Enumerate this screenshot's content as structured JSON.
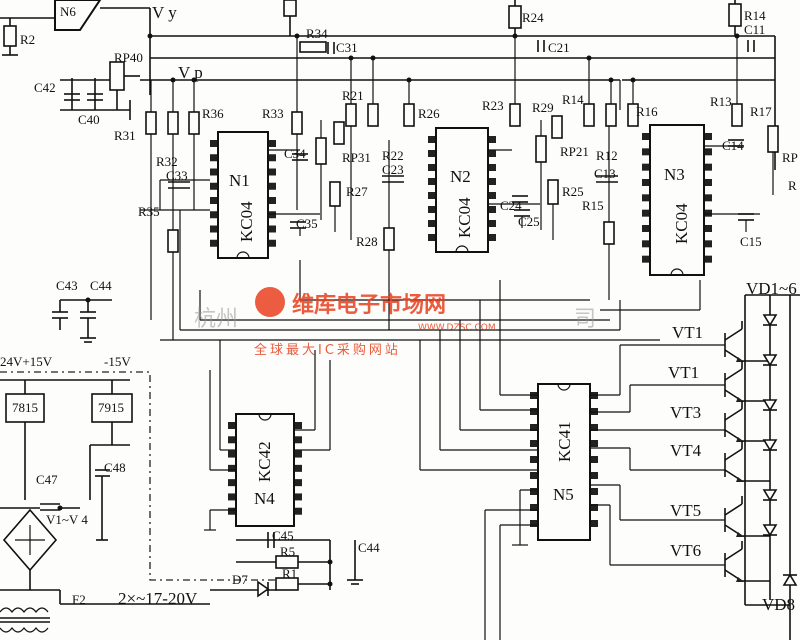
{
  "labels": {
    "vy": "V y",
    "vp": "V p",
    "n6": "N6",
    "r2": "R2",
    "r24": "R24",
    "r14": "R14",
    "c11": "C11",
    "r34": "R34",
    "c31": "C31",
    "c21": "C21",
    "rp40": "RP40",
    "c42": "C42",
    "c40": "C40",
    "r31": "R31",
    "r36": "R36",
    "r33": "R33",
    "r21": "R21",
    "r26": "R26",
    "r23": "R23",
    "r29": "R29",
    "r14b": "R14",
    "r16": "R16",
    "r13": "R13",
    "r17": "R17",
    "rp_edge": "RP",
    "r_edge": "R",
    "r32": "R32",
    "c34": "C34",
    "rp31": "RP31",
    "r22": "R22",
    "rp21": "RP21",
    "r12": "R12",
    "c14": "C14",
    "c33": "C33",
    "c23": "C23",
    "c13": "C13",
    "r27": "R27",
    "r25": "R25",
    "r35": "R35",
    "r15": "R15",
    "c24": "C24",
    "c35": "C35",
    "r28": "R28",
    "c25": "C25",
    "c15": "C15",
    "vd16": "VD1~6",
    "c43": "C43",
    "c44": "C44",
    "vt1a": "VT1",
    "vt1b": "VT1",
    "vt3": "VT3",
    "vt4": "VT4",
    "vt5": "VT5",
    "vt6": "VT6",
    "supply": "24V+15V",
    "neg15": "-15V",
    "reg7815": "7815",
    "reg7915": "7915",
    "c47": "C47",
    "c48": "C48",
    "v1v4": "V1~V 4",
    "c45": "C45",
    "r5": "R5",
    "c44b": "C44",
    "d7": "D7",
    "r1": "R1",
    "f2": "F2",
    "ac_in": "2×~17-20V",
    "vd8": "VD8"
  },
  "chips": {
    "n1_name": "N1",
    "n1_type": "KC04",
    "n2_name": "N2",
    "n2_type": "KC04",
    "n3_name": "N3",
    "n3_type": "KC04",
    "n4_type": "KC42",
    "n4_name": "N4",
    "n5_type": "KC41",
    "n5_name": "N5"
  },
  "watermark": {
    "left": "杭州",
    "brand": "维库电子市场网",
    "right": "司",
    "url": "WWW.DZSC.COM",
    "slogan": "全球最大IC采购网站"
  }
}
